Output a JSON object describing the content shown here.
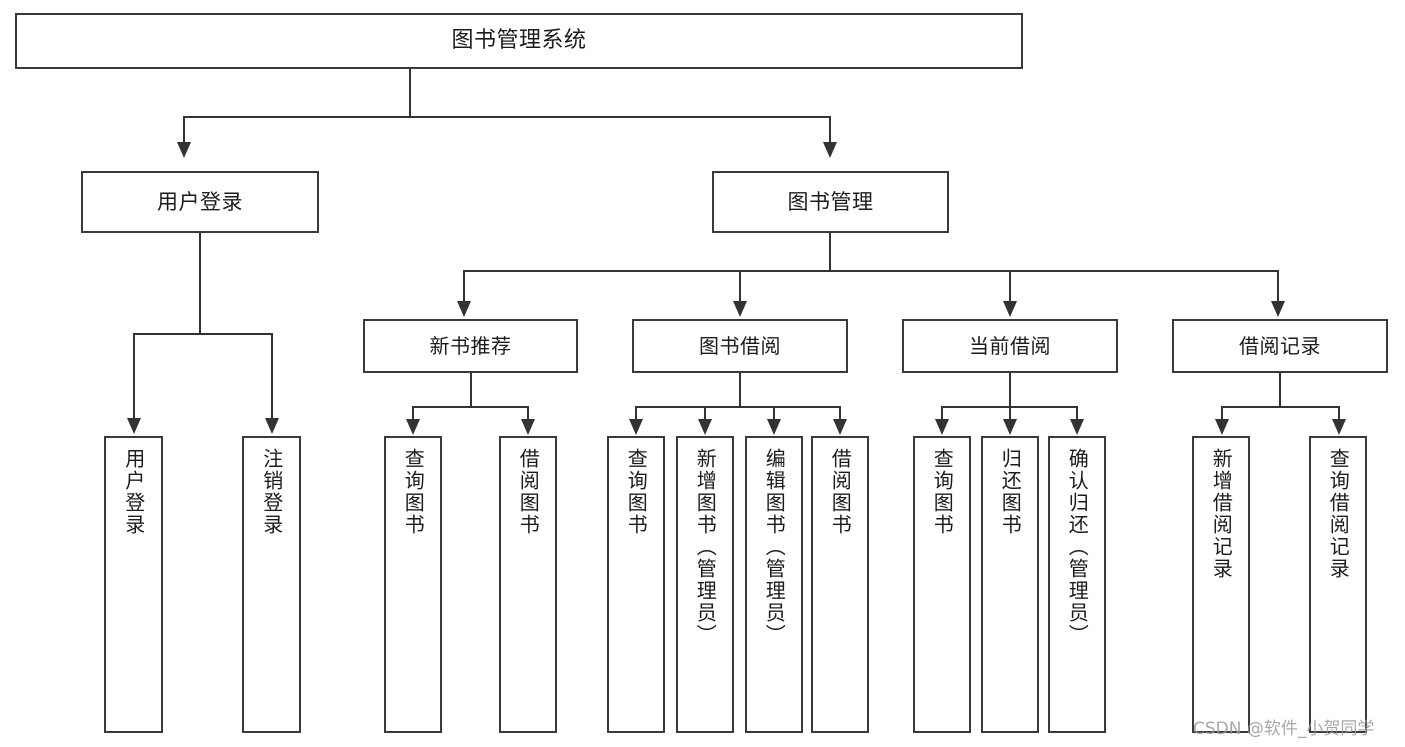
{
  "diagram": {
    "title": "图书管理系统",
    "type": "功能结构图",
    "root": {
      "label": "图书管理系统"
    },
    "level2": [
      {
        "label": "用户登录"
      },
      {
        "label": "图书管理"
      }
    ],
    "level3": [
      {
        "label": "新书推荐"
      },
      {
        "label": "图书借阅"
      },
      {
        "label": "当前借阅"
      },
      {
        "label": "借阅记录"
      }
    ],
    "leaves": {
      "user_login": [
        {
          "label": "用户登录"
        },
        {
          "label": "注销登录"
        }
      ],
      "new_book_recommend": [
        {
          "label": "查询图书"
        },
        {
          "label": "借阅图书"
        }
      ],
      "book_borrow": [
        {
          "label": "查询图书"
        },
        {
          "label": "新增图书（管理员）"
        },
        {
          "label": "编辑图书（管理员）"
        },
        {
          "label": "借阅图书"
        }
      ],
      "current_borrow": [
        {
          "label": "查询图书"
        },
        {
          "label": "归还图书"
        },
        {
          "label": "确认归还（管理员）"
        }
      ],
      "borrow_record": [
        {
          "label": "新增借阅记录"
        },
        {
          "label": "查询借阅记录"
        }
      ]
    }
  },
  "watermark": {
    "text": "CSDN @软件_小贺同学"
  },
  "colors": {
    "box_border": "#3a3a3a",
    "connector": "#333333",
    "background": "#ffffff",
    "text": "#1c1c1c",
    "watermark": "#9a9a9a"
  }
}
